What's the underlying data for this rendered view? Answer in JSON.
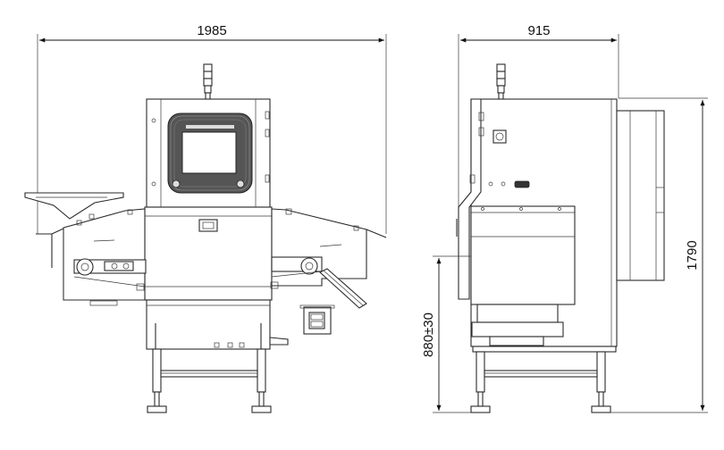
{
  "dimensions": {
    "front_width": "1985",
    "side_depth": "915",
    "total_height": "1790",
    "infeed_height": "880±30"
  },
  "colors": {
    "line": "#2a2a2a",
    "background": "#ffffff"
  }
}
